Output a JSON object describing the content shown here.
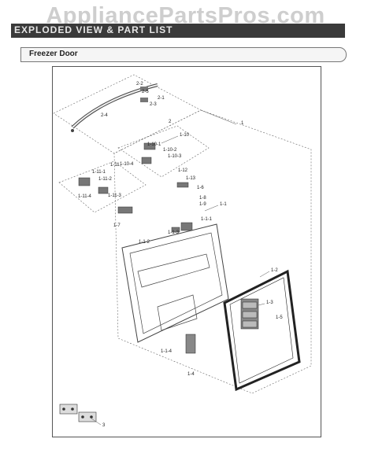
{
  "header": {
    "title": "EXPLODED VIEW & PART LIST",
    "watermark": "AppliancePartsPros.com"
  },
  "section": {
    "title": "Freezer Door"
  },
  "callouts": {
    "c1": "1",
    "c2": "2",
    "c3": "3",
    "c2_2": "2-2",
    "c2_5": "2-5",
    "c2_1": "2-1",
    "c2_3": "2-3",
    "c2_4": "2-4",
    "c1_10": "1-10",
    "c1_10_1": "1-10-1",
    "c1_10_2": "1-10-2",
    "c1_10_3": "1-10-3",
    "c1_10_4": "1-10-4",
    "c1_11": "1-11",
    "c1_11_1": "1-11-1",
    "c1_11_2": "1-11-2",
    "c1_11_3": "1-11-3",
    "c1_11_4": "1-11-4",
    "c1_12": "1-12",
    "c1_13": "1-13",
    "c1_6": "1-6",
    "c1_8": "1-8",
    "c1_9": "1-9",
    "c1_1": "1-1",
    "c1_7": "1-7",
    "c1_1_1": "1-1-1",
    "c1_1_2": "1-1-2",
    "c1_1_3": "1-1-3",
    "c1_1_4": "1-1-4",
    "c1_2": "1-2",
    "c1_3": "1-3",
    "c1_4": "1-4",
    "c1_5": "1-5"
  }
}
